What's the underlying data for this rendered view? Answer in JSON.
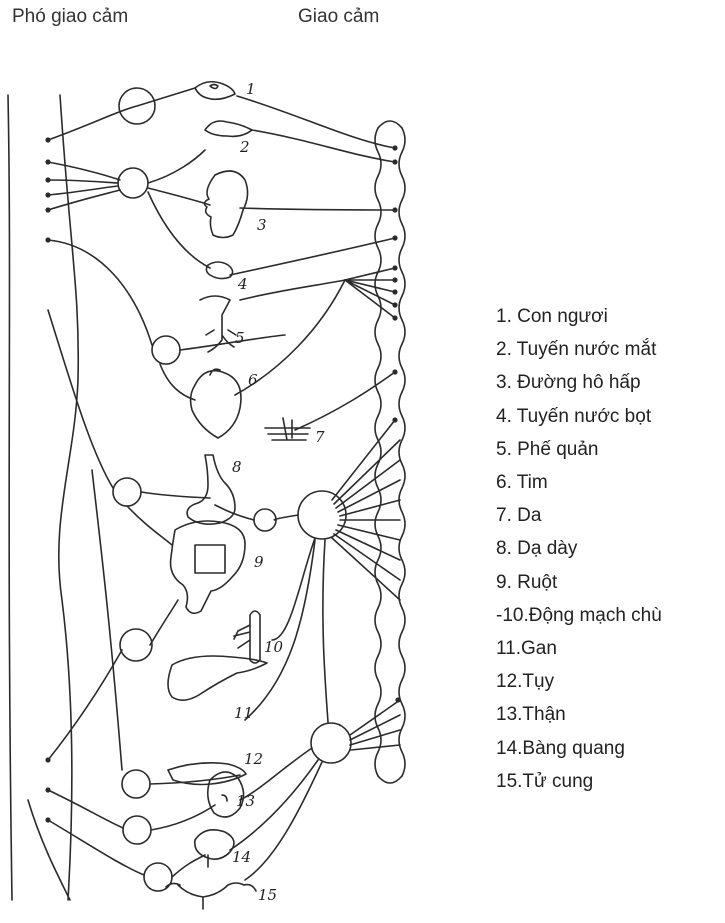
{
  "header": {
    "parasympathetic": "Phó giao cảm",
    "sympathetic": "Giao cảm"
  },
  "organ_numbers": [
    "1",
    "2",
    "3",
    "4",
    "5",
    "6",
    "7",
    "8",
    "9",
    "10",
    "11",
    "12",
    "13",
    "14",
    "15"
  ],
  "legend": [
    "1.  Con ngươi",
    "2.  Tuyến nước mắt",
    "3.  Đường hô hấp",
    "4.  Tuyến nước bọt",
    "5.  Phế quản",
    "6.  Tim",
    "7.  Da",
    "8.  Dạ dày",
    "9.  Ruột",
    "-10.Động mạch chù",
    "11.Gan",
    "12.Tụy",
    "13.Thận",
    "14.Bàng quang",
    "15.Tử cung"
  ]
}
